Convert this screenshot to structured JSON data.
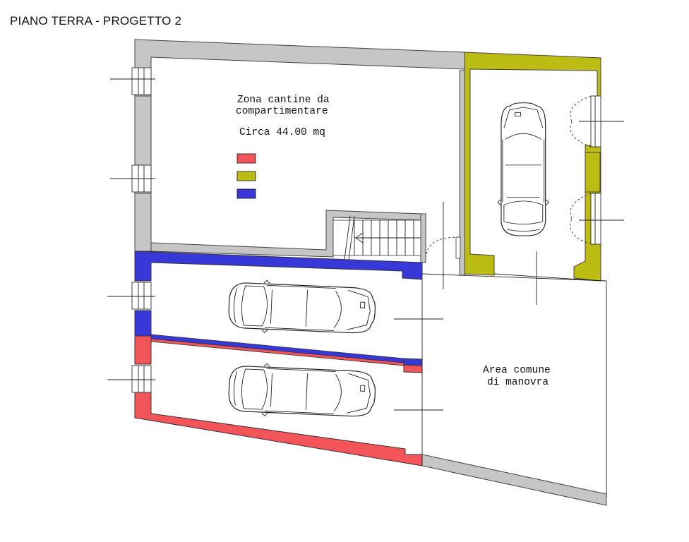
{
  "title": "PIANO TERRA - PROGETTO 2",
  "labels": {
    "cellar_zone_line1": "Zona cantine da",
    "cellar_zone_line2": "compartimentare",
    "cellar_area": "Circa 44.00 mq",
    "common_area_line1": "Area comune",
    "common_area_line2": "di manovra"
  },
  "colors": {
    "wall_grey": "#c6c6c6",
    "red": "#f2545a",
    "olive": "#bcbc14",
    "blue": "#3838d8"
  },
  "legend": [
    {
      "color": "#f2545a"
    },
    {
      "color": "#bcbc14"
    },
    {
      "color": "#3838d8"
    }
  ]
}
